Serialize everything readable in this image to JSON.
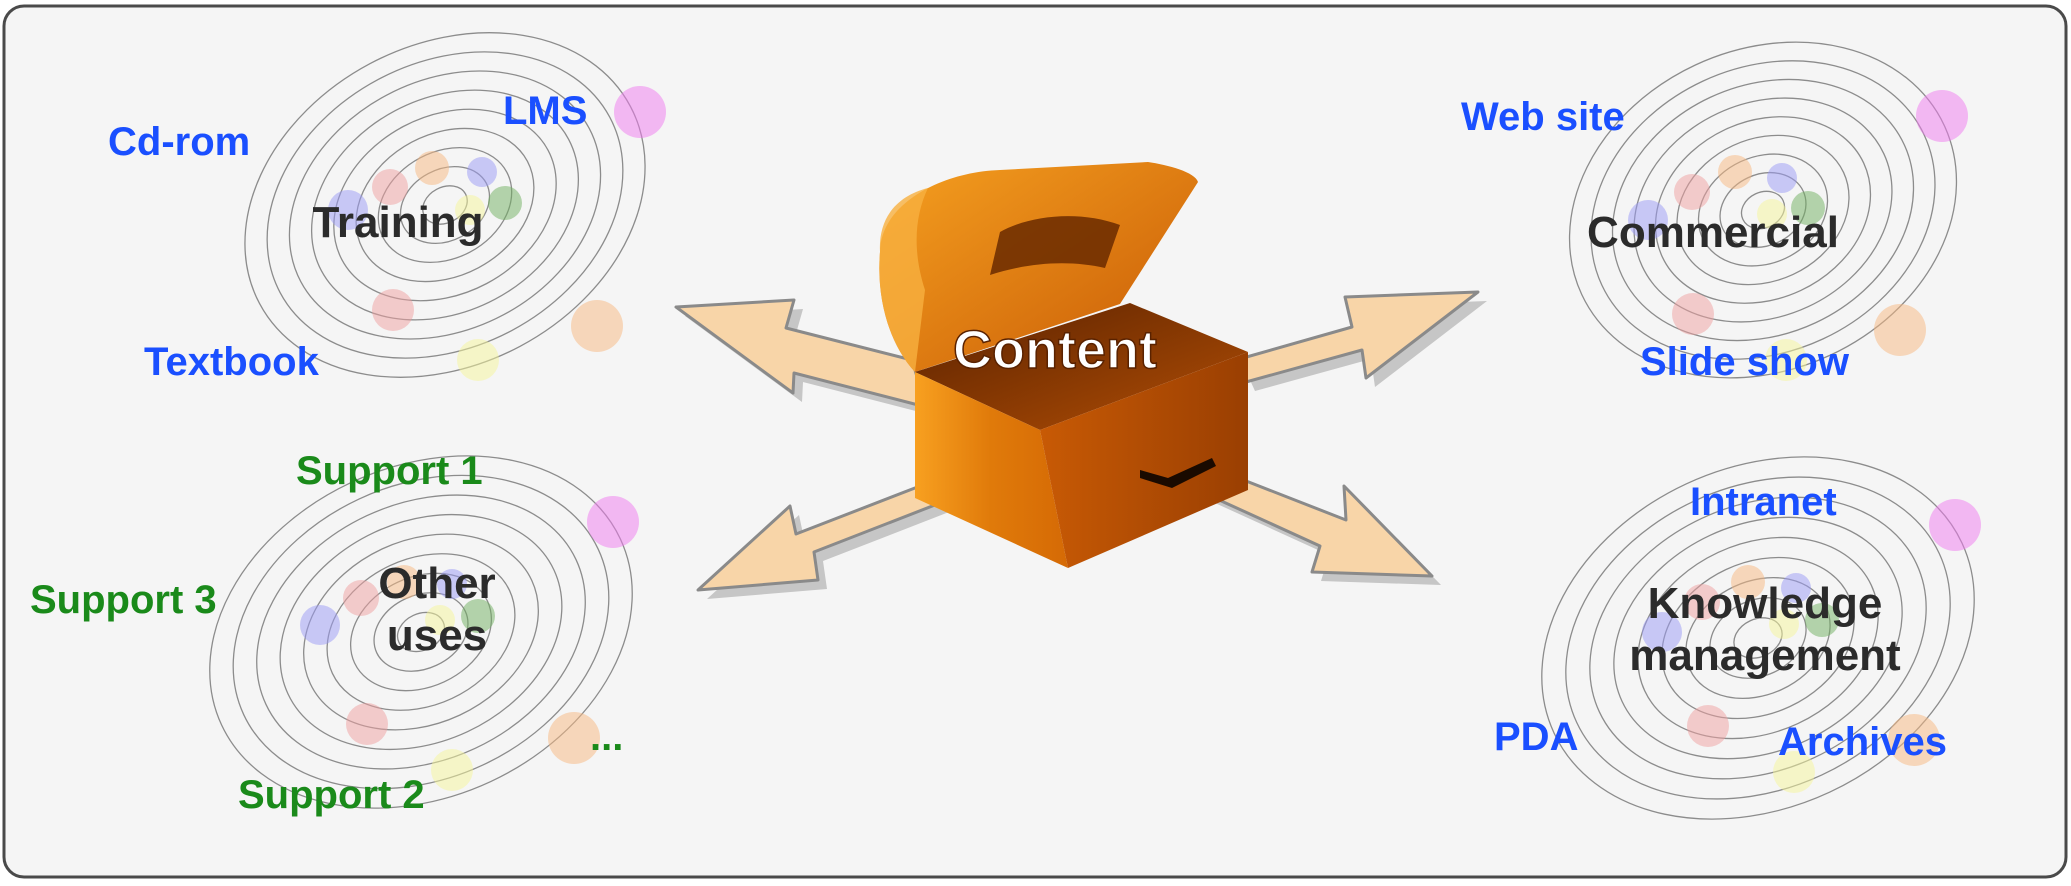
{
  "colors": {
    "background": "#f5f5f5",
    "frame": "#4a4a4a",
    "blue_label": "#1a4fff",
    "green_label": "#1a8a1a",
    "center_text": "#2b2b2b",
    "chest_orange": "#e0700a",
    "arrow_fill": "#f8d5a8"
  },
  "center": {
    "label": "Content",
    "icon": "treasure-chest-icon"
  },
  "clusters": {
    "training": {
      "center": "Training",
      "labels": {
        "lms": "LMS",
        "cdrom": "Cd-rom",
        "textbook": "Textbook"
      }
    },
    "commercial": {
      "center": "Commercial",
      "labels": {
        "website": "Web site",
        "slideshow": "Slide show"
      }
    },
    "other": {
      "center_line1": "Other",
      "center_line2": "uses",
      "labels": {
        "support1": "Support 1",
        "support2": "Support 2",
        "support3": "Support 3",
        "ellipsis": "..."
      }
    },
    "knowledge": {
      "center_line1": "Knowledge",
      "center_line2": "management",
      "labels": {
        "intranet": "Intranet",
        "pda": "PDA",
        "archives": "Archives"
      }
    }
  }
}
